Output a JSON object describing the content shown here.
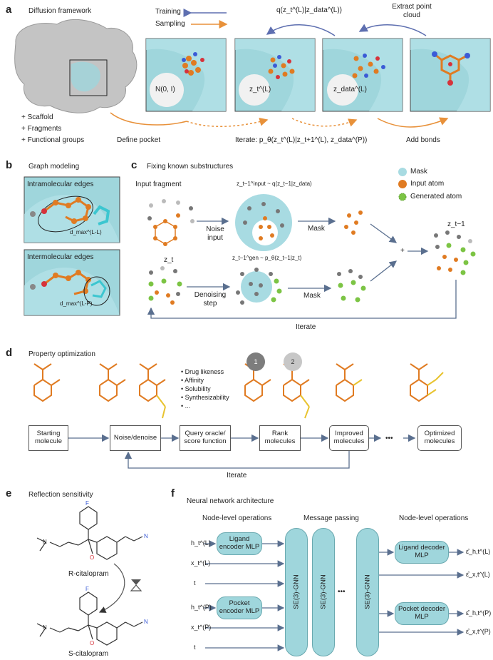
{
  "panel_a": {
    "letter": "a",
    "title": "Diffusion framework",
    "legend_training": "Training",
    "legend_sampling": "Sampling",
    "forward_label": "q(z_t^(L)|z_data^(L))",
    "extract_label": "Extract point cloud",
    "noise_label": "N(0, I)",
    "zt_label": "z_t^(L)",
    "zdata_label": "z_data^(L)",
    "features": [
      "Scaffold",
      "Fragments",
      "Functional groups"
    ],
    "define_pocket": "Define pocket",
    "iterate_label": "Iterate: p_θ(z_t^(L)|z_t+1^(L), z_data^(P))",
    "add_bonds": "Add bonds"
  },
  "panel_b": {
    "letter": "b",
    "title": "Graph modeling",
    "intra": "Intramolecular edges",
    "inter": "Intermolecular edges",
    "dmax_ll": "d_max^(L-L)",
    "dmax_lp": "d_max^(L-P)"
  },
  "panel_c": {
    "letter": "c",
    "title": "Fixing known substructures",
    "legend": [
      "Mask",
      "Input atom",
      "Generated atom"
    ],
    "input_fragment": "Input fragment",
    "noise_input": "Noise input",
    "mask1": "Mask",
    "mask2": "Mask",
    "denoising_step": "Denoising step",
    "zt": "z_t",
    "ztm1": "z_t−1",
    "zinput": "z_t−1^input ~ q(z_t−1|z_data)",
    "zgen": "z_t−1^gen ~ p_θ(z_t−1|z_t)",
    "plus": "+",
    "iterate": "Iterate"
  },
  "panel_d": {
    "letter": "d",
    "title": "Property optimization",
    "properties": [
      "Drug likeness",
      "Affinity",
      "Solubility",
      "Synthesizability",
      "..."
    ],
    "rank_badges": [
      "1",
      "2"
    ],
    "boxes": [
      "Starting molecule",
      "Noise/denoise",
      "Query oracle/ score function",
      "Rank molecules",
      "Improved molecules",
      "Optimized molecules"
    ],
    "ellipsis": "•••",
    "iterate": "Iterate"
  },
  "panel_e": {
    "letter": "e",
    "title": "Reflection sensitivity",
    "r_label": "R-citalopram",
    "s_label": "S-citalopram",
    "atom_f": "F",
    "atom_n": "N",
    "atom_o": "O",
    "atom_nitrile": "N"
  },
  "panel_f": {
    "letter": "f",
    "title": "Neural network architecture",
    "col_left": "Node-level operations",
    "col_mid": "Message passing",
    "col_right": "Node-level operations",
    "ligand_encoder": "Ligand encoder MLP",
    "pocket_encoder": "Pocket encoder MLP",
    "ligand_decoder": "Ligand decoder MLP",
    "pocket_decoder": "Pocket decoder MLP",
    "gnn_label": "SE(3)-GNN",
    "dots": "•••",
    "inputs": [
      "h_t^(L)",
      "x_t^(L)",
      "t",
      "h_t^(P)",
      "x_t^(P)",
      "t"
    ],
    "outputs": [
      "ε̂_h,t^(L)",
      "ε̂_x,t^(L)",
      "ε̂_h,t^(P)",
      "ε̂_x,t^(P)"
    ]
  },
  "colors": {
    "pocket": "#9fd6dc",
    "input_atom": "#e07b22",
    "generated_atom": "#7cc444",
    "training_arrow": "#5e6fb0",
    "sampling_arrow": "#e8913a",
    "flow_arrow": "#5a6f8f"
  }
}
